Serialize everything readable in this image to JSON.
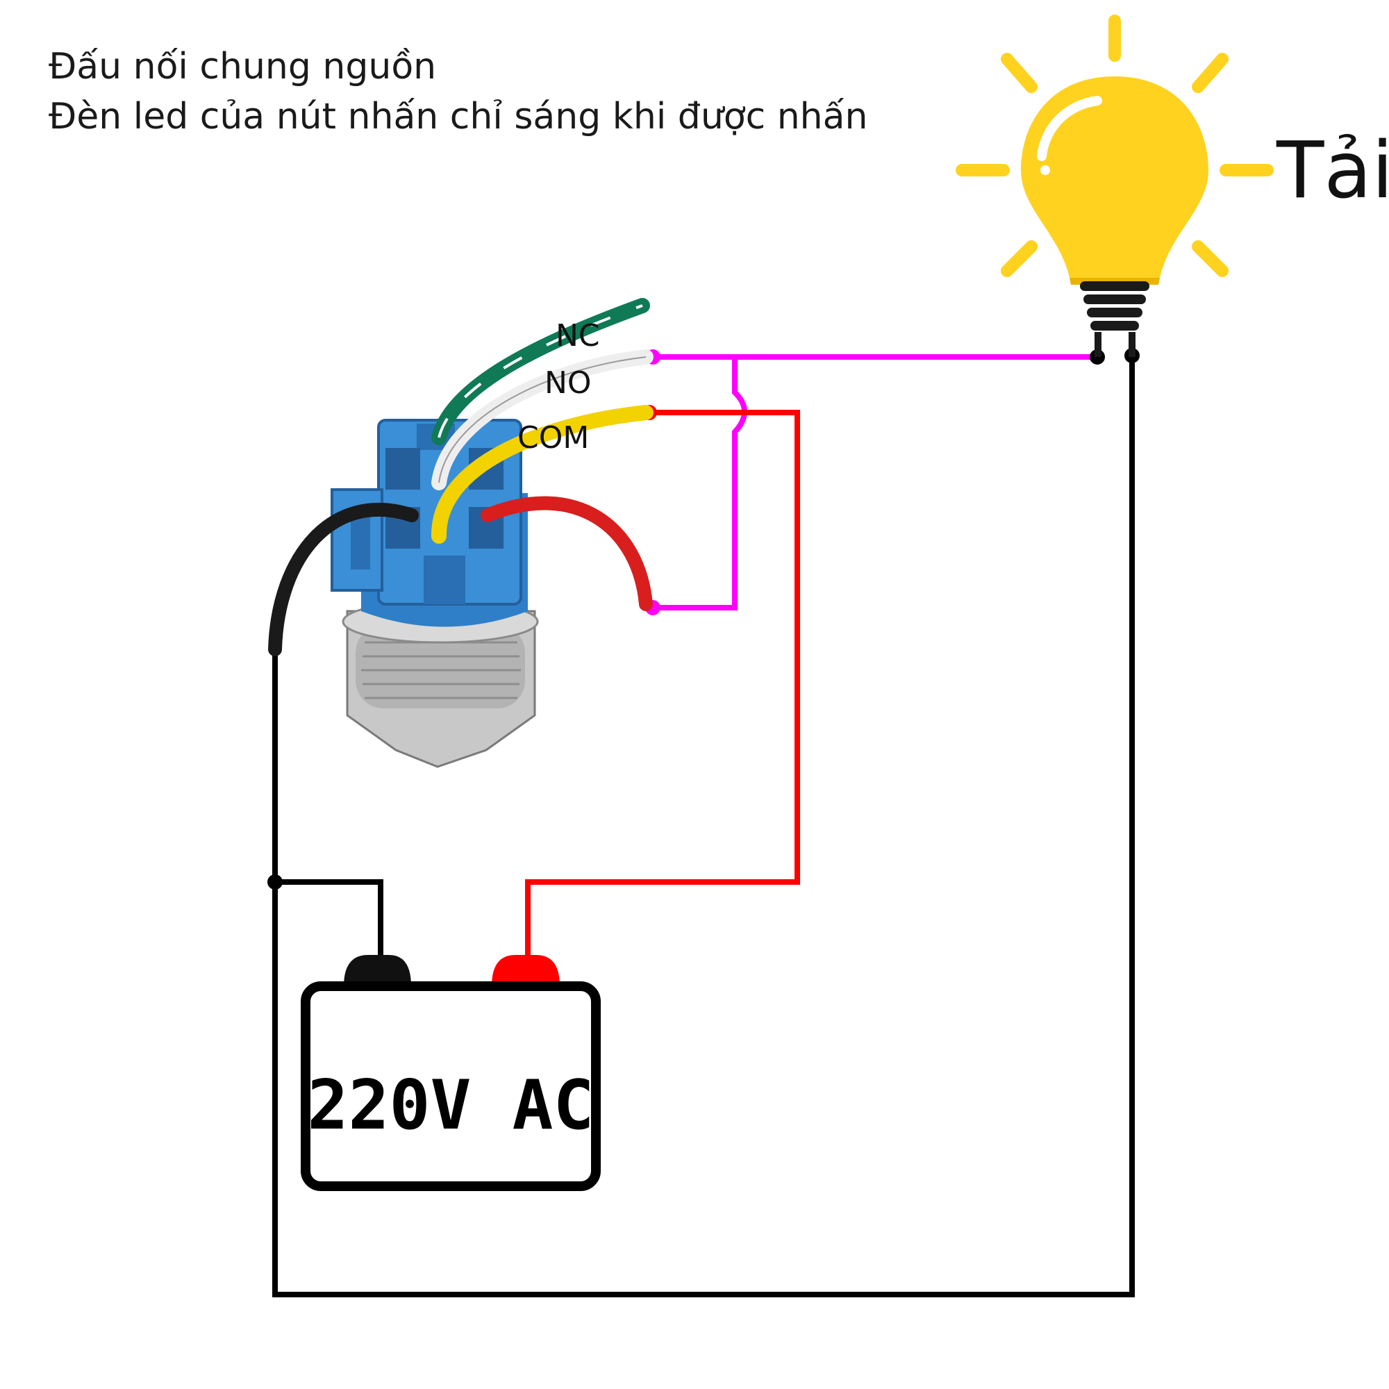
{
  "caption": {
    "line1": "Đấu nối chung nguồn",
    "line2": "Đèn led của nút nhấn chỉ sáng khi được nhấn"
  },
  "load_label": "Tải",
  "wires": {
    "nc": "NC",
    "no": "NO",
    "com": "COM"
  },
  "power_source": {
    "label": "220V AC"
  },
  "colors": {
    "wire_magenta": "#ff00ff",
    "wire_red": "#ff0000",
    "wire_black": "#000000",
    "bulb": "#ffd21f",
    "switch_body": "#3a8fd6",
    "wire_green": "#0f7a55",
    "wire_yellow": "#f2d200"
  },
  "icons": [
    "push-button-switch",
    "light-bulb-icon",
    "battery-source-icon"
  ]
}
